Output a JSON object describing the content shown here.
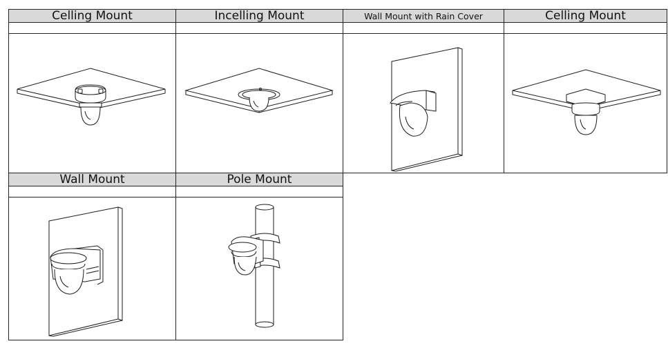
{
  "mounts": [
    {
      "label": "Celling Mount",
      "icon": "ceiling-dome-icon"
    },
    {
      "label": "Incelling Mount",
      "icon": "in-ceiling-dome-icon"
    },
    {
      "label": "Wall Mount with Rain Cover",
      "icon": "wall-mount-rain-cover-icon"
    },
    {
      "label": "Celling Mount",
      "icon": "ceiling-adapter-dome-icon"
    },
    {
      "label": "Wall Mount",
      "icon": "wall-mount-dome-icon"
    },
    {
      "label": "Pole Mount",
      "icon": "pole-mount-dome-icon"
    }
  ],
  "colors": {
    "header_bg": "#d9d9d9",
    "border": "#222222",
    "line": "#1a1a1a"
  }
}
